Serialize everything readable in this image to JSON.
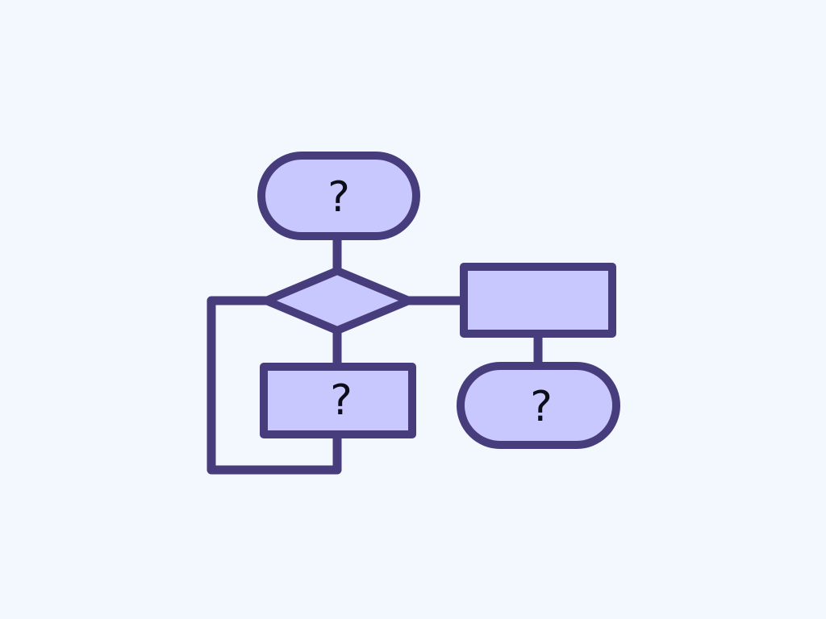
{
  "colors": {
    "background": "#f2f8fe",
    "shape_fill": "#c8c8ff",
    "stroke": "#483d7c",
    "text": "#0d0d1a"
  },
  "nodes": {
    "start_terminal": {
      "shape": "terminal",
      "label": "?"
    },
    "decision": {
      "shape": "decision",
      "label": ""
    },
    "left_process": {
      "shape": "process",
      "label": "?"
    },
    "right_process": {
      "shape": "process",
      "label": ""
    },
    "end_terminal": {
      "shape": "terminal",
      "label": "?"
    }
  }
}
